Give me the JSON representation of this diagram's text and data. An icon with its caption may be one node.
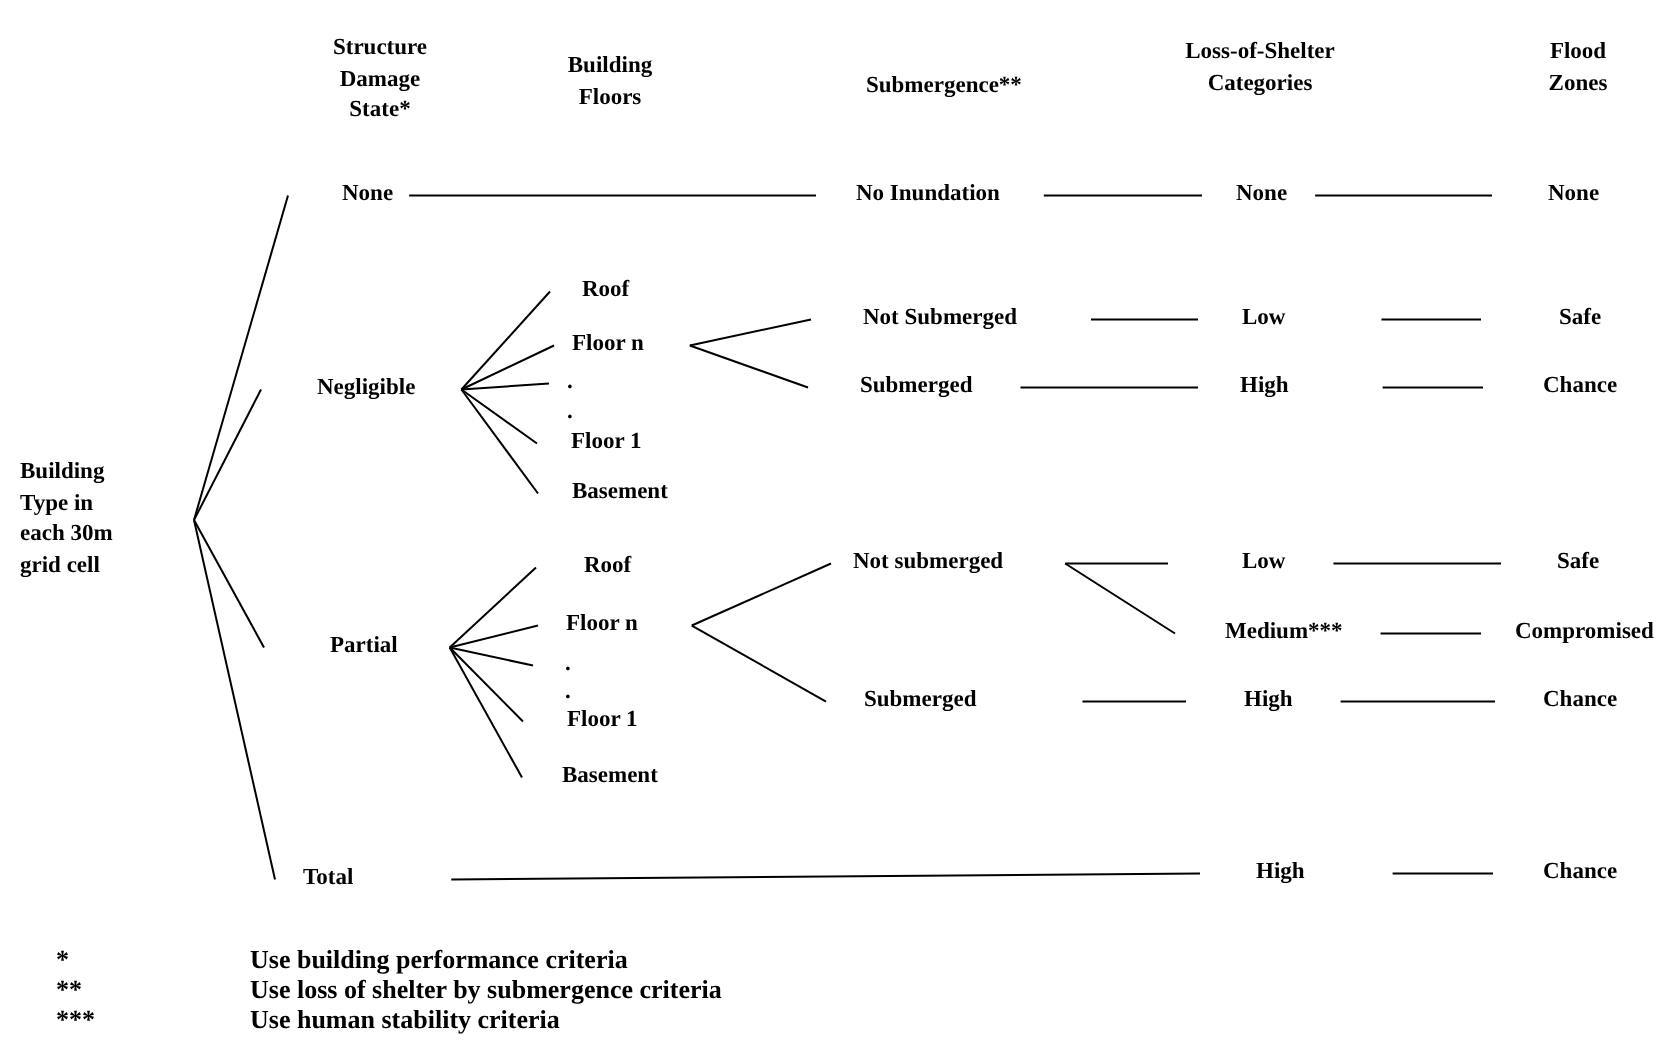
{
  "diagram": {
    "nodes": [
      {
        "text": [
          "Building Type in each 30m grid cell"
        ]
      },
      {
        "text": [
          "None"
        ]
      },
      {
        "text": [
          "Negligible"
        ]
      },
      {
        "text": [
          "Partial"
        ]
      },
      {
        "text": [
          "Total"
        ]
      },
      {
        "text": [
          "Roof"
        ]
      },
      {
        "text": [
          "Floor n"
        ]
      },
      {
        "text": [
          "."
        ]
      },
      {
        "text": [
          "."
        ]
      },
      {
        "text": [
          "Floor 1"
        ]
      },
      {
        "text": [
          "Basement"
        ]
      },
      {
        "text": [
          "Roof"
        ]
      },
      {
        "text": [
          "Floor n"
        ]
      },
      {
        "text": [
          "."
        ]
      },
      {
        "text": [
          "."
        ]
      },
      {
        "text": [
          "Floor 1"
        ]
      },
      {
        "text": [
          "Basement"
        ]
      },
      {
        "text": [
          "No Inundation"
        ]
      },
      {
        "text": [
          "Not Submerged"
        ]
      },
      {
        "text": [
          "Submerged"
        ]
      },
      {
        "text": [
          "Not submerged"
        ]
      },
      {
        "text": [
          "Submerged"
        ]
      },
      {
        "text": [
          "None"
        ]
      },
      {
        "text": [
          "Low"
        ]
      },
      {
        "text": [
          "High"
        ]
      },
      {
        "text": [
          "Low"
        ]
      },
      {
        "text": [
          "Medium***"
        ]
      },
      {
        "text": [
          "High"
        ]
      },
      {
        "text": [
          "High"
        ]
      },
      {
        "text": [
          "None"
        ]
      },
      {
        "text": [
          "Safe"
        ]
      },
      {
        "text": [
          "Chance"
        ]
      },
      {
        "text": [
          "Safe"
        ]
      },
      {
        "text": [
          "Compromised"
        ]
      },
      {
        "text": [
          "Chance"
        ]
      },
      {
        "text": [
          "Chance"
        ]
      }
    ],
    "edges": [
      {
        "from": 0,
        "to": 1,
        "arrow": "none"
      },
      {
        "from": 0,
        "to": 2,
        "arrow": "none"
      },
      {
        "from": 0,
        "to": 3,
        "arrow": "none"
      },
      {
        "from": 0,
        "to": 4,
        "arrow": "none"
      },
      {
        "from": 1,
        "to": 17,
        "arrow": "none"
      },
      {
        "from": 2,
        "to": 5,
        "arrow": "none"
      },
      {
        "from": 2,
        "to": 6,
        "arrow": "none"
      },
      {
        "from": 2,
        "to": 7,
        "arrow": "none"
      },
      {
        "from": 2,
        "to": 9,
        "arrow": "none"
      },
      {
        "from": 2,
        "to": 10,
        "arrow": "none"
      },
      {
        "from": 3,
        "to": 11,
        "arrow": "none"
      },
      {
        "from": 3,
        "to": 12,
        "arrow": "none"
      },
      {
        "from": 3,
        "to": 13,
        "arrow": "none"
      },
      {
        "from": 3,
        "to": 15,
        "arrow": "none"
      },
      {
        "from": 3,
        "to": 16,
        "arrow": "none"
      },
      {
        "from": 4,
        "to": 28,
        "arrow": "none"
      },
      {
        "from": 6,
        "to": 18,
        "arrow": "none"
      },
      {
        "from": 6,
        "to": 19,
        "arrow": "none"
      },
      {
        "from": 12,
        "to": 20,
        "arrow": "none"
      },
      {
        "from": 12,
        "to": 21,
        "arrow": "none"
      },
      {
        "from": 17,
        "to": 22,
        "arrow": "none"
      },
      {
        "from": 18,
        "to": 23,
        "arrow": "none"
      },
      {
        "from": 19,
        "to": 24,
        "arrow": "none"
      },
      {
        "from": 20,
        "to": 25,
        "arrow": "none"
      },
      {
        "from": 20,
        "to": 26,
        "arrow": "none"
      },
      {
        "from": 21,
        "to": 27,
        "arrow": "none"
      },
      {
        "from": 22,
        "to": 29,
        "arrow": "none"
      },
      {
        "from": 23,
        "to": 30,
        "arrow": "none"
      },
      {
        "from": 24,
        "to": 31,
        "arrow": "none"
      },
      {
        "from": 25,
        "to": 32,
        "arrow": "none"
      },
      {
        "from": 26,
        "to": 33,
        "arrow": "none"
      },
      {
        "from": 27,
        "to": 34,
        "arrow": "none"
      },
      {
        "from": 28,
        "to": 35,
        "arrow": "none"
      }
    ],
    "labels": [
      "Structure Damage State*",
      "Building Floors",
      "Submergence**",
      "Loss-of-Shelter Categories",
      "Flood Zones",
      "*",
      "Use building performance criteria",
      "**",
      "Use loss of shelter by submergence criteria",
      "***",
      "Use human stability criteria"
    ]
  }
}
